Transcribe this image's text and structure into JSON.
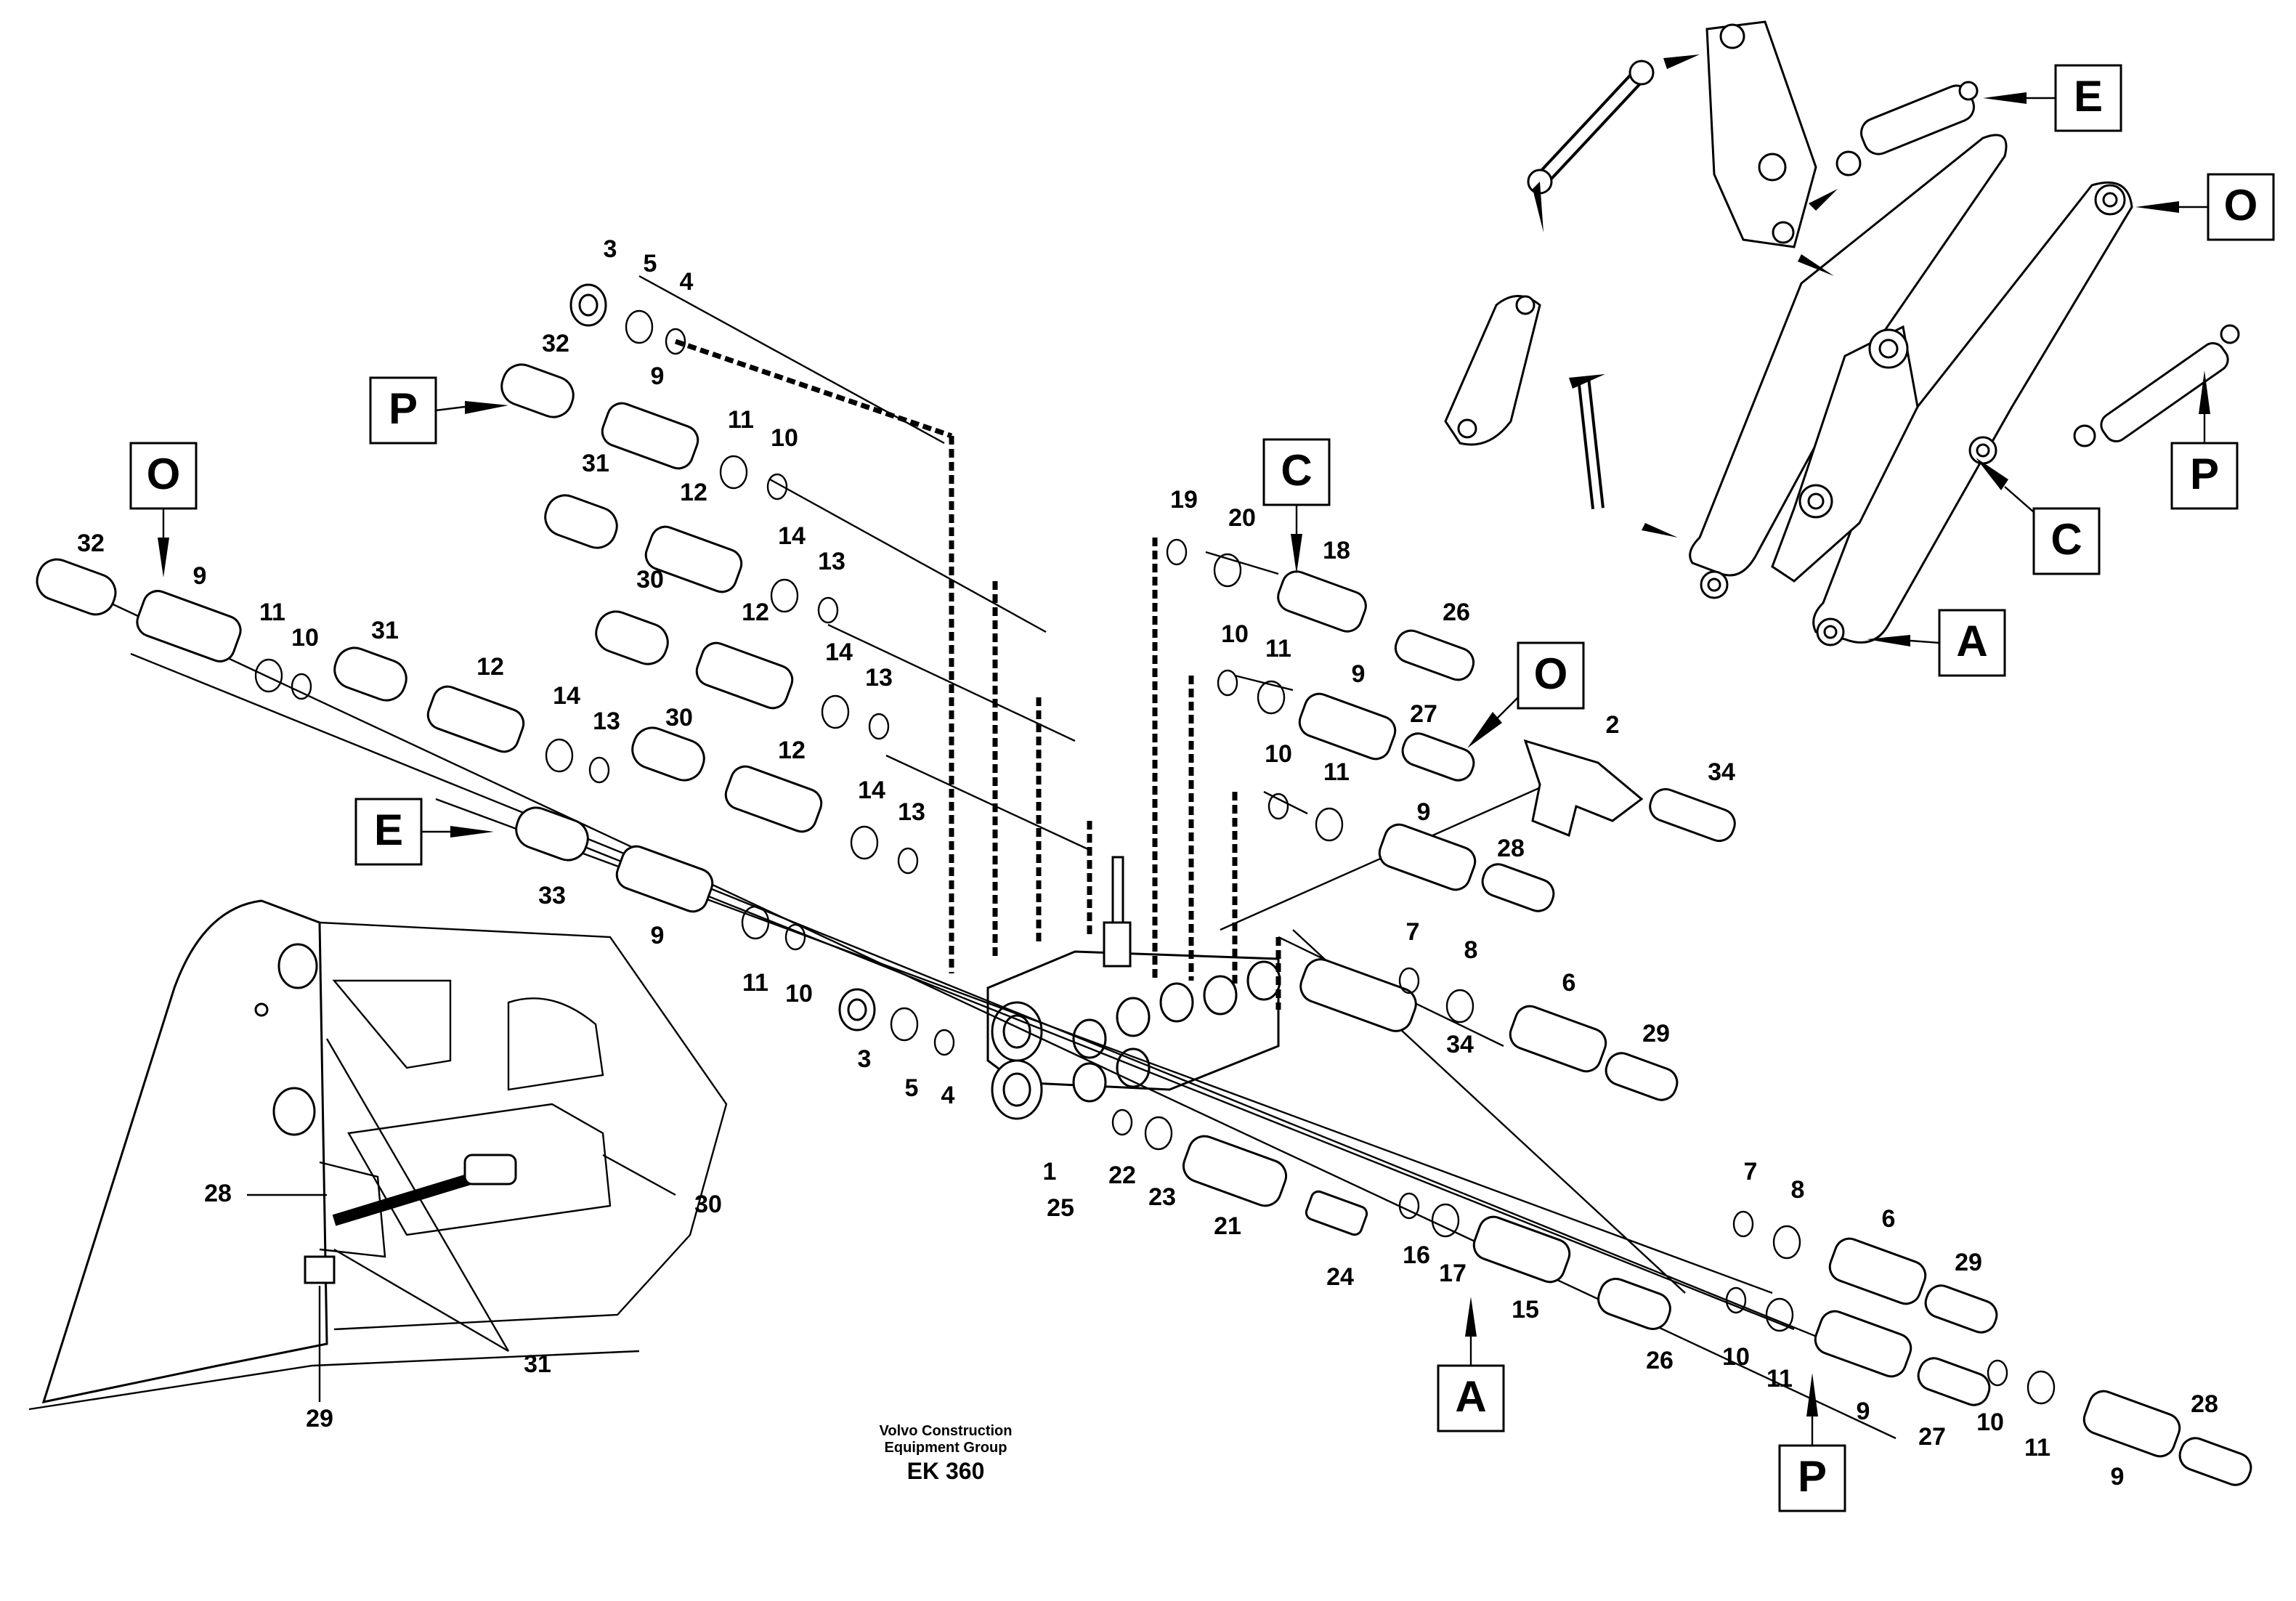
{
  "footer": {
    "company_line1": "Volvo Construction",
    "company_line2": "Equipment Group",
    "code": "EK 360"
  },
  "callouts": [
    "P",
    "O",
    "E",
    "C",
    "O",
    "A",
    "E",
    "O",
    "P",
    "C",
    "A",
    "P"
  ],
  "part_labels": [
    "3",
    "5",
    "4",
    "32",
    "9",
    "11",
    "10",
    "31",
    "12",
    "14",
    "13",
    "30",
    "12",
    "14",
    "13",
    "32",
    "9",
    "11",
    "10",
    "31",
    "12",
    "14",
    "13",
    "30",
    "12",
    "14",
    "13",
    "33",
    "9",
    "11",
    "10",
    "3",
    "5",
    "4",
    "1",
    "25",
    "22",
    "23",
    "21",
    "24",
    "16",
    "17",
    "15",
    "26",
    "19",
    "20",
    "18",
    "26",
    "10",
    "11",
    "9",
    "27",
    "10",
    "11",
    "9",
    "28",
    "2",
    "34",
    "34",
    "7",
    "8",
    "6",
    "29",
    "7",
    "8",
    "6",
    "29",
    "10",
    "11",
    "9",
    "27",
    "10",
    "11",
    "9",
    "28",
    "28",
    "30",
    "31",
    "29"
  ]
}
